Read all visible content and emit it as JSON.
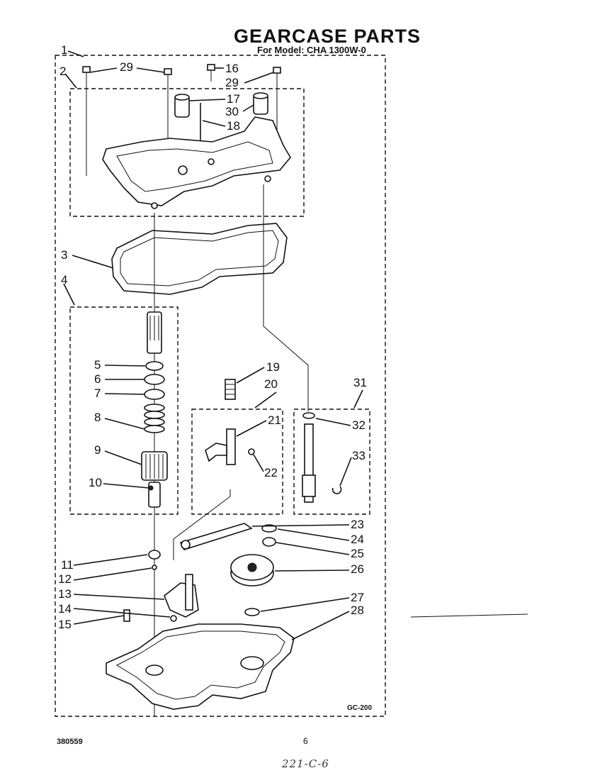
{
  "title": "GEARCASE PARTS",
  "subtitle": "For Model: CHA 1300W-0",
  "callouts": [
    "1",
    "2",
    "29",
    "16",
    "29",
    "17",
    "30",
    "18",
    "3",
    "4",
    "5",
    "6",
    "7",
    "8",
    "9",
    "10",
    "19",
    "20",
    "21",
    "22",
    "31",
    "32",
    "33",
    "11",
    "12",
    "13",
    "14",
    "15",
    "23",
    "24",
    "25",
    "26",
    "27",
    "28"
  ],
  "figure_code": "GC-200",
  "doc_number": "380559",
  "page_number": "6",
  "handwritten_note": "221-C-6"
}
